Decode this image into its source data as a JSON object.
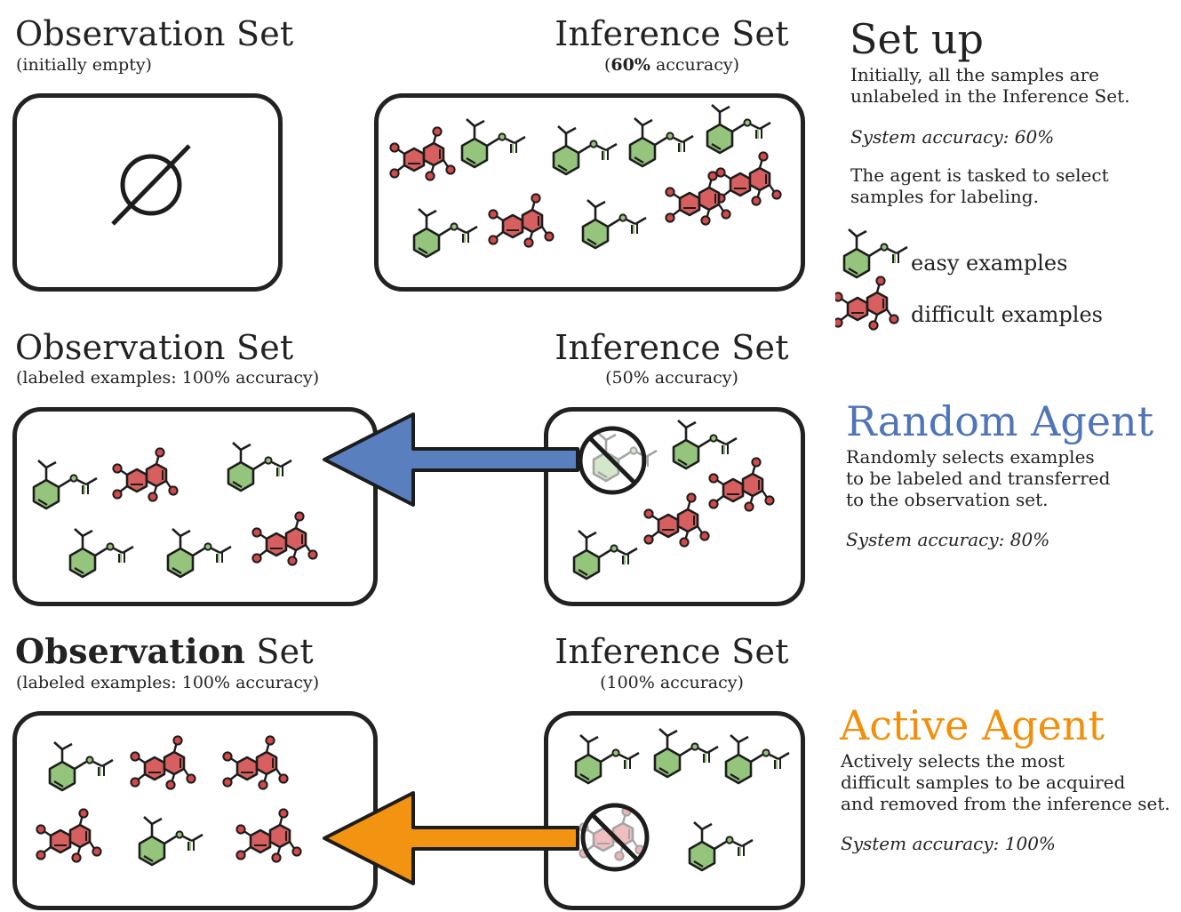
{
  "row1": {
    "obs_title": "Observation Set",
    "obs_sub": "(initially empty)",
    "inf_title": "Inference Set",
    "inf_sub_open": "(",
    "inf_sub_bold": "60%",
    "inf_sub_rest": " accuracy)",
    "empty_symbol": "∅"
  },
  "row2": {
    "obs_title": "Observation Set",
    "obs_sub": "(labeled examples: 100% accuracy)",
    "inf_title": "Inference Set",
    "inf_sub": "(50% accuracy)"
  },
  "row3": {
    "obs_title_bold": "Observation",
    "obs_title_rest": " Set",
    "obs_sub": "(labeled examples: 100% accuracy)",
    "inf_title": "Inference Set",
    "inf_sub": "(100% accuracy)"
  },
  "setup": {
    "title": "Set up",
    "line1": "Initially, all the samples are",
    "line2": "unlabeled in the Inference Set.",
    "accuracy": "System accuracy: 60%",
    "line3": "The agent is tasked to select",
    "line4": "samples for labeling.",
    "legend_easy": "easy examples",
    "legend_difficult": "difficult examples"
  },
  "random_agent": {
    "title": "Random Agent",
    "line1": "Randomly selects examples",
    "line2": "to be labeled and transferred",
    "line3": "to the observation set.",
    "accuracy": "System accuracy: 80%",
    "color": "#4f74b8"
  },
  "active_agent": {
    "title": "Active Agent",
    "line1": "Actively selects the most",
    "line2": "difficult samples to be acquired",
    "line3": "and removed from the inference set.",
    "accuracy": "System accuracy: 100%",
    "color": "#f0900c"
  },
  "colors": {
    "easy_fill": "#95c47d",
    "difficult_fill": "#d85f5f",
    "difficult_atom": "#d24a4a",
    "arrow_blue": "#5a7fbe",
    "arrow_orange": "#f29312"
  },
  "icons": {
    "easy": "easy-molecule-icon",
    "difficult": "difficult-molecule-icon",
    "removed": "removed-sample-icon",
    "empty_set": "empty-set-icon"
  }
}
